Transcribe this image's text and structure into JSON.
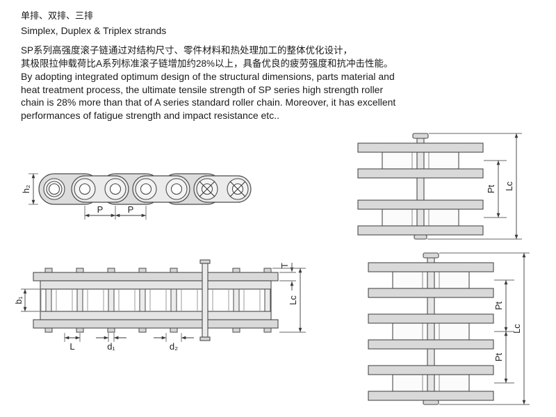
{
  "header": {
    "title_zh": "单排、双排、三排",
    "title_en": "Simplex, Duplex & Triplex strands",
    "desc_zh": [
      "SP系列高强度滚子链通过对结构尺寸、零件材料和热处理加工的整体优化设计，",
      "其极限拉伸载荷比A系列标准滚子链增加约28%以上，具备优良的疲劳强度和抗冲击性能。"
    ],
    "desc_en": [
      "By adopting integrated optimum design of the structural dimensions, parts material and",
      "heat treatment process, the ultimate tensile strength of SP series high strength roller",
      "chain is 28% more than that of A series standard roller chain. Moreover, it has excellent",
      "performances of fatigue strength and impact resistance etc.."
    ]
  },
  "diagrams": {
    "side_view": {
      "h2": "h₂",
      "p_left": "P",
      "p_right": "P"
    },
    "duplex_end_view": {
      "pt": "Pt",
      "lc": "Lc"
    },
    "plan_view": {
      "t": "T",
      "b1": "b₁",
      "l": "L",
      "d1": "d₁",
      "d2": "d₂",
      "lc": "Lc"
    },
    "triplex_end_view": {
      "pt_upper": "Pt",
      "pt_lower": "Pt",
      "lc": "Lc"
    }
  },
  "colors": {
    "ink": "#4a4a4a",
    "plate_fill": "#d9d9d9",
    "light_fill": "#ebebeb"
  }
}
